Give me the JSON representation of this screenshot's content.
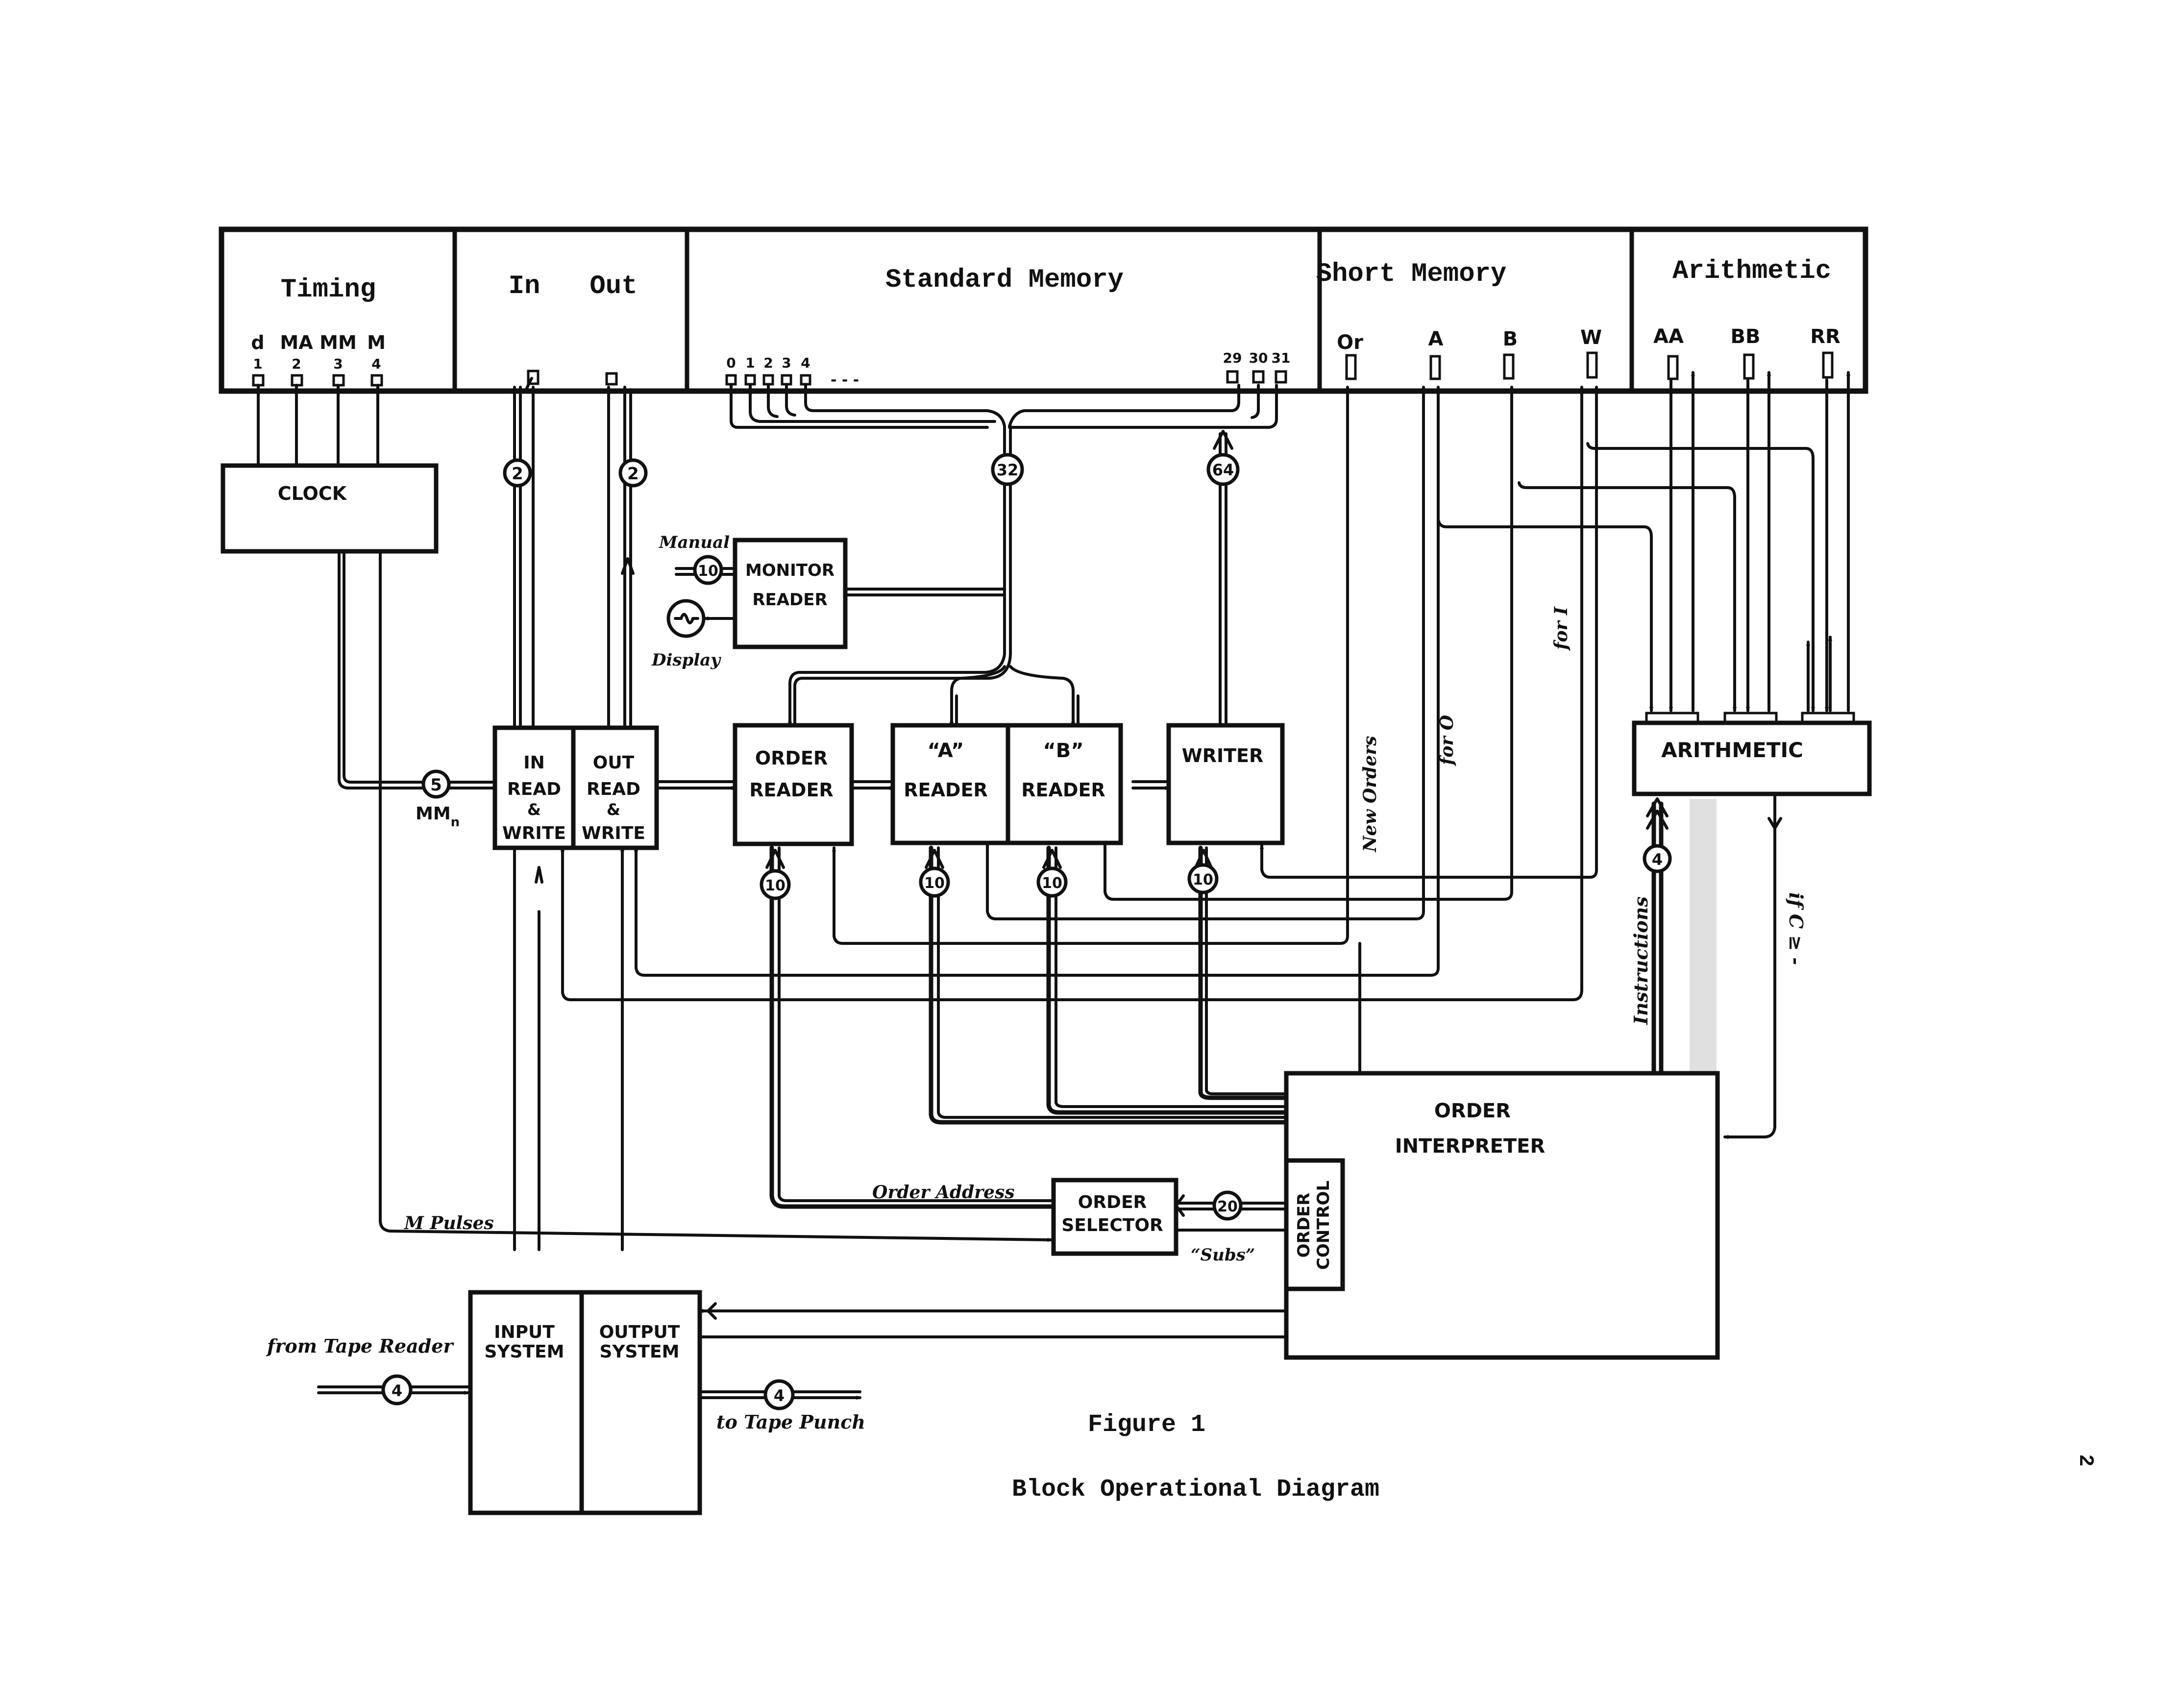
{
  "header_panels": {
    "timing": {
      "title": "Timing",
      "signals": [
        {
          "name": "d",
          "index": "1"
        },
        {
          "name": "MA",
          "index": "2"
        },
        {
          "name": "MM",
          "index": "3"
        },
        {
          "name": "M",
          "index": "4"
        }
      ]
    },
    "in_out": {
      "in_label": "In",
      "out_label": "Out"
    },
    "standard_memory": {
      "title": "Standard Memory",
      "cells_left": [
        "0",
        "1",
        "2",
        "3",
        "4"
      ],
      "ellipsis": "- - -",
      "cells_right": [
        "29",
        "30",
        "31"
      ]
    },
    "short_memory": {
      "title": "Short Memory",
      "registers": [
        "Or",
        "A",
        "B",
        "W"
      ]
    },
    "arithmetic": {
      "title": "Arithmetic",
      "registers": [
        "AA",
        "BB",
        "RR"
      ]
    }
  },
  "blocks": {
    "clock": "CLOCK",
    "monitor_reader": [
      "MONITOR",
      "READER"
    ],
    "in_rw": [
      "IN",
      "READ",
      "&",
      "WRITE"
    ],
    "out_rw": [
      "OUT",
      "READ",
      "&",
      "WRITE"
    ],
    "order_reader": [
      "ORDER",
      "READER"
    ],
    "a_reader": [
      "“A”",
      "READER"
    ],
    "b_reader": [
      "“B”",
      "READER"
    ],
    "writer": "WRITER",
    "arithmetic_unit": "ARITHMETIC",
    "order_interpreter": [
      "ORDER",
      "INTERPRETER"
    ],
    "order_control": [
      "ORDER",
      "CONTROL"
    ],
    "order_selector": [
      "ORDER",
      "SELECTOR"
    ],
    "input_system": [
      "INPUT",
      "SYSTEM"
    ],
    "output_system": [
      "OUTPUT",
      "SYSTEM"
    ]
  },
  "bus_widths": {
    "in_bus": "2",
    "out_bus": "2",
    "memory_read_bus": "32",
    "memory_write_bus": "64",
    "manual": "10",
    "clock_mm": "5",
    "order_reader_addr": "10",
    "a_reader_addr": "10",
    "b_reader_addr": "10",
    "writer_addr": "10",
    "instructions": "4",
    "order_selector": "20",
    "tape_in": "4",
    "tape_out": "4"
  },
  "labels": {
    "manual": "Manual",
    "display": "Display",
    "mm_n": "MM",
    "mm_n_sub": "n",
    "m_pulses": "M Pulses",
    "order_address": "Order Address",
    "subs": "“Subs”",
    "new_orders": "New Orders",
    "for_o": "for O",
    "for_i": "for I",
    "instructions": "Instructions",
    "if_c": "if C ≥ -",
    "from_tape_reader": "from Tape Reader",
    "to_tape_punch": "to Tape Punch"
  },
  "caption": {
    "figure": "Figure 1",
    "title": "Block Operational Diagram"
  },
  "page_number": "2"
}
